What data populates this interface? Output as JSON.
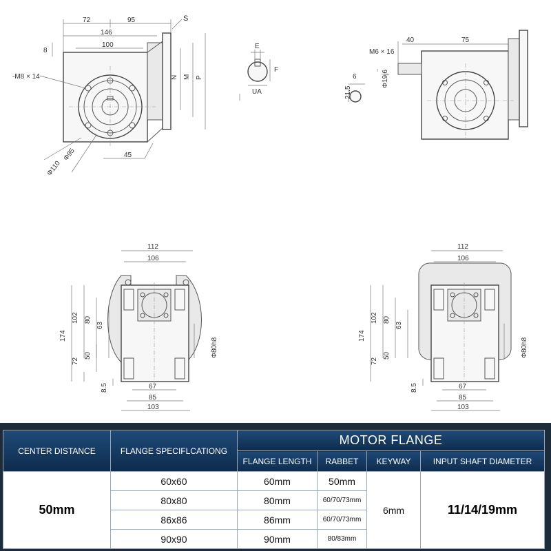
{
  "drawing": {
    "top_left": {
      "dims": [
        "72",
        "95",
        "146",
        "100",
        "8",
        "S",
        "N",
        "M",
        "P",
        "-M8 × 14",
        "Φ95",
        "Φ110",
        "45"
      ]
    },
    "keyway_detail": {
      "dims": [
        "E",
        "F",
        "UA"
      ]
    },
    "top_right": {
      "dims": [
        "40",
        "75",
        "M6 × 16",
        "6",
        "21.5",
        "Φ19j6"
      ]
    },
    "bottom_left": {
      "dims": [
        "112",
        "106",
        "174",
        "102",
        "80",
        "63",
        "72",
        "50",
        "8.5",
        "67",
        "85",
        "103",
        "Φ80h8"
      ]
    },
    "bottom_right": {
      "dims": [
        "112",
        "106",
        "174",
        "102",
        "80",
        "63",
        "72",
        "50",
        "8.5",
        "67",
        "85",
        "103",
        "Φ80h8"
      ]
    }
  },
  "spec_table": {
    "headers": {
      "center_distance": "CENTER DISTANCE",
      "flange_spec": "FLANGE SPECIFLCATIONG",
      "motor_flange": "MOTOR FLANGE",
      "flange_length": "FLANGE LENGTH",
      "rabbet": "RABBET",
      "keyway": "KEYWAY",
      "input_shaft_diameter": "INPUT SHAFT DIAMETER"
    },
    "center_distance_value": "50mm",
    "keyway_value": "6mm",
    "input_shaft_value": "11/14/19mm",
    "rows": [
      {
        "flange": "60x60",
        "length": "60mm",
        "rabbet": "50mm"
      },
      {
        "flange": "80x80",
        "length": "80mm",
        "rabbet": "60/70/73mm"
      },
      {
        "flange": "86x86",
        "length": "86mm",
        "rabbet": "60/70/73mm"
      },
      {
        "flange": "90x90",
        "length": "90mm",
        "rabbet": "80/83mm"
      }
    ]
  }
}
